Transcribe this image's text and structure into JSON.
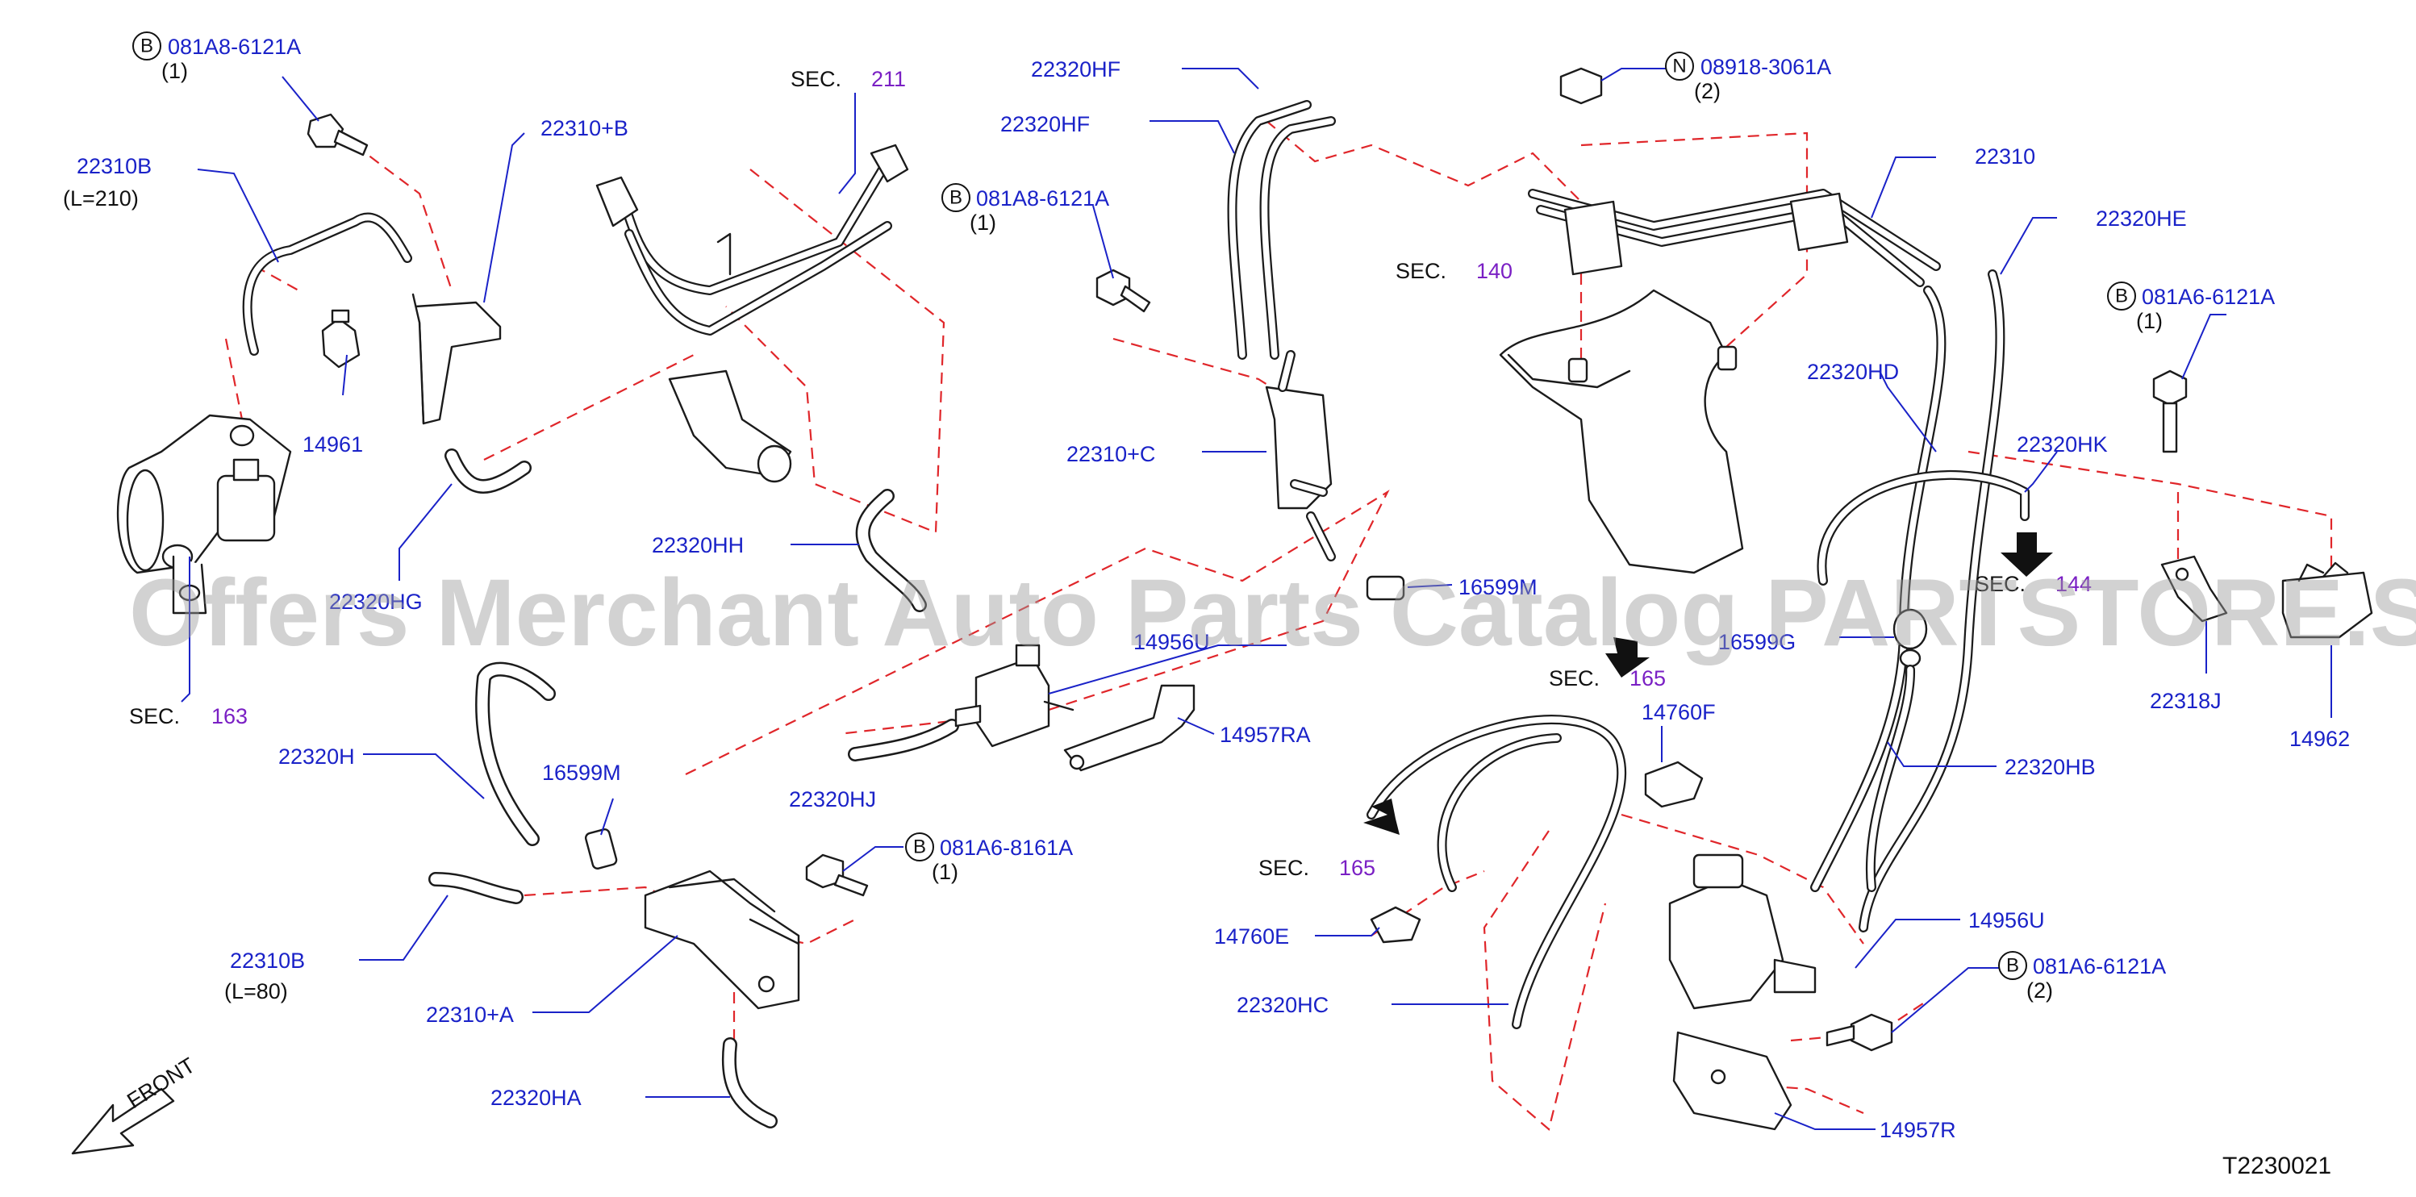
{
  "diagram": {
    "id_code": "T2230021",
    "front_label": "FRONT",
    "watermark": "Offers Merchant Auto Parts Catalog PARTSTORE.SA",
    "sec_prefix": "SEC.",
    "sec_refs": [
      "211",
      "140",
      "163",
      "165",
      "165",
      "144"
    ],
    "parts": {
      "p_22310B_a": "22310B",
      "p_22310B_a_len": "(L=210)",
      "p_081A8_a": "081A8-6121A",
      "p_081A8_a_qty": "(1)",
      "p_22310PB": "22310+B",
      "p_14961": "14961",
      "p_22320HG": "22320HG",
      "p_22320HF_a": "22320HF",
      "p_22320HF_b": "22320HF",
      "p_081A8_b": "081A8-6121A",
      "p_081A8_b_qty": "(1)",
      "p_22310PC": "22310+C",
      "p_22320HH": "22320HH",
      "p_16599M_a": "16599M",
      "p_14956U_a": "14956U",
      "p_14957RA": "14957RA",
      "p_22320HJ": "22320HJ",
      "p_22320H": "22320H",
      "p_16599M_b": "16599M",
      "p_081A6_8161A": "081A6-8161A",
      "p_081A6_8161A_qty": "(1)",
      "p_22310B_b": "22310B",
      "p_22310B_b_len": "(L=80)",
      "p_22310PA": "22310+A",
      "p_22320HA": "22320HA",
      "p_08918": "08918-3061A",
      "p_08918_qty": "(2)",
      "p_22310": "22310",
      "p_22320HE": "22320HE",
      "p_081A6_a": "081A6-6121A",
      "p_081A6_a_qty": "(1)",
      "p_22320HD": "22320HD",
      "p_22320HK": "22320HK",
      "p_16599G": "16599G",
      "p_14760F": "14760F",
      "p_22318J": "22318J",
      "p_14962": "14962",
      "p_22320HB": "22320HB",
      "p_14760E": "14760E",
      "p_14956U_b": "14956U",
      "p_081A6_b": "081A6-6121A",
      "p_081A6_b_qty": "(2)",
      "p_22320HC": "22320HC",
      "p_14957R": "14957R"
    },
    "badges": {
      "b1": "B",
      "b2": "B",
      "b3": "B",
      "n1": "N",
      "b4": "B",
      "b5": "B"
    }
  }
}
